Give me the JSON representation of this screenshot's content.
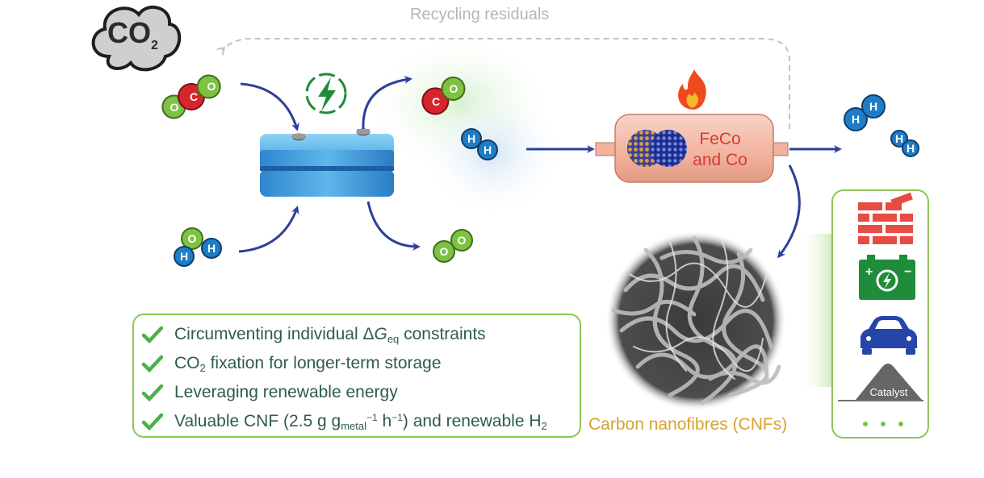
{
  "labels": {
    "recycling": "Recycling residuals",
    "reactor": "FeCo and Co",
    "reactor_line1": "FeCo",
    "reactor_line2": "and Co",
    "cnf": "Carbon nanofibres (CNFs)",
    "catalyst": "Catalyst",
    "co2_main": "CO",
    "co2_sub": "2",
    "co2_atom_c": "C",
    "co2_atom_o": "O",
    "h2_atom": "H"
  },
  "benefits": [
    {
      "pre": "Circumventing individual Δ",
      "italic": "G",
      "sub": "eq",
      "post": " constraints"
    },
    {
      "pre": "CO",
      "sub": "2",
      "post": " fixation for longer-term storage"
    },
    {
      "pre": "Leveraging renewable energy"
    },
    {
      "pre": "Valuable CNF (2.5 g g",
      "sub": "metal",
      "sup": "−1",
      "mid": " h",
      "sup2": "−1",
      "post": ") and renewable H",
      "sub2": "2"
    }
  ],
  "icons": {
    "cloud": "co2-cloud-icon",
    "power": "lightning-icon",
    "flame": "flame-icon",
    "bricks": "brick-wall-icon",
    "battery": "battery-icon",
    "car": "car-icon",
    "catalyst": "catalyst-icon",
    "more": "ellipsis-icon"
  },
  "colors": {
    "arrow": "#2e3f9b",
    "green_atom": "#7ec242",
    "red_atom": "#d7252c",
    "blue_atom": "#1f7dc7",
    "reactor": "#f2b8a4",
    "panel_border": "#8bc653",
    "text": "#2f5a52",
    "red_icon": "#e84b44",
    "green_icon": "#1e8c3a",
    "blue_icon": "#2545a8",
    "gray_icon": "#666666",
    "cnf_label": "#d6a32e"
  }
}
